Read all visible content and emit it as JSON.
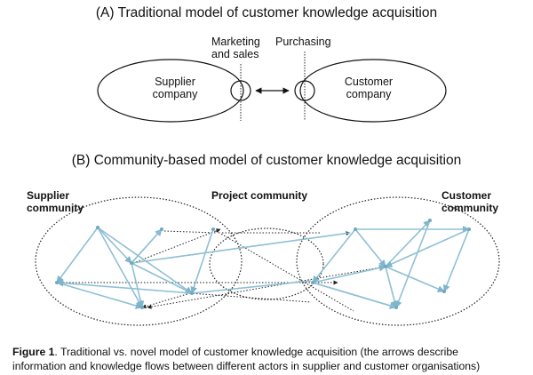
{
  "part_a": {
    "title": "(A) Traditional model of customer knowledge acquisition",
    "marketing_label_line1": "Marketing",
    "marketing_label_line2": "and sales",
    "purchasing_label": "Purchasing",
    "supplier_line1": "Supplier",
    "supplier_line2": "company",
    "customer_line1": "Customer",
    "customer_line2": "company"
  },
  "part_b": {
    "title": "(B) Community-based model of customer knowledge acquisition",
    "supplier_line1": "Supplier",
    "supplier_line2": "community",
    "project_label": "Project community",
    "customer_line1": "Customer",
    "customer_line2": "community"
  },
  "caption": {
    "figure_label": "Figure 1",
    "text_line1": ". Traditional vs. novel model of customer knowledge acquisition (the arrows describe",
    "text_line2": "information and knowledge flows between different actors in supplier and customer organisations)"
  },
  "colors": {
    "network": "#8fc0d4",
    "dotted": "#222222",
    "text": "#111111"
  }
}
